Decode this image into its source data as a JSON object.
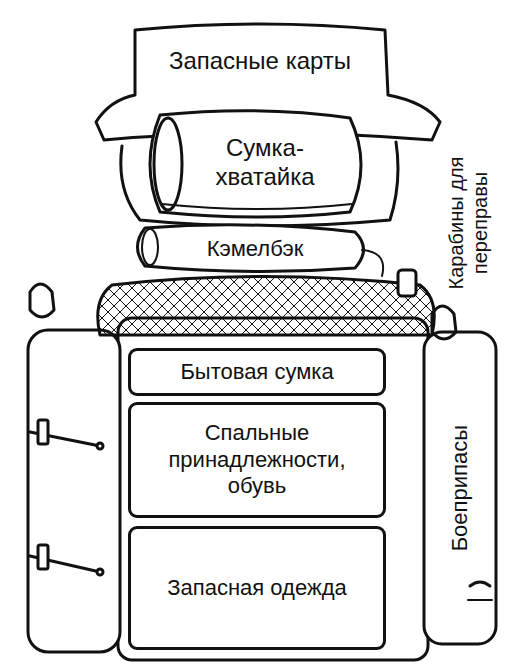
{
  "diagram": {
    "nodes": [
      {
        "text": [
          "Запасные карты"
        ]
      },
      {
        "text": [
          "Сумка- хватайка"
        ]
      },
      {
        "text": [
          "Кэмелбэк"
        ]
      },
      {
        "text": [
          "Бытовая сумка"
        ]
      },
      {
        "text": [
          "Спальные принадлежности, обувь"
        ]
      },
      {
        "text": [
          "Запасная одежда"
        ]
      },
      {
        "text": [
          "Боеприпасы"
        ]
      }
    ],
    "labels": [
      "Карабины для переправы"
    ]
  }
}
